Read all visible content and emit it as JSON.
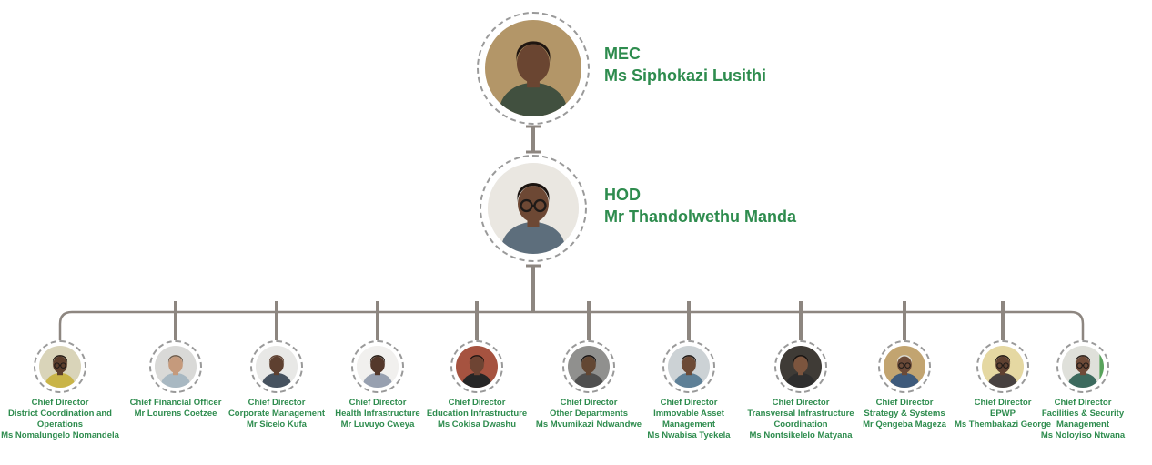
{
  "org_chart": {
    "colors": {
      "text_green": "#2e8c4e",
      "connector_gray": "#8d8680",
      "ring_dash_gray": "#9a9a9a"
    },
    "top": {
      "role": "MEC",
      "name": "Ms Siphokazi Lusithi",
      "avatar": {
        "bg": "#b39668",
        "skin": "#6a4531",
        "hair": "#201611",
        "shirt": "#41503f",
        "glasses": false
      }
    },
    "hod": {
      "role": "HOD",
      "name": "Mr Thandolwethu Manda",
      "avatar": {
        "bg": "#eae7e1",
        "skin": "#6d4834",
        "hair": "#1b1410",
        "shirt": "#5d6e7c",
        "glasses": true
      }
    },
    "members": [
      {
        "role": "Chief Director",
        "unit_lines": [
          "District Coordination and",
          "Operations"
        ],
        "name": "Ms Nomalungelo Nomandela",
        "avatar": {
          "bg": "#d9d4b9",
          "skin": "#5c3e2c",
          "hair": "#211812",
          "shirt": "#c9b447",
          "glasses": true
        }
      },
      {
        "role": "Chief Financial Officer",
        "unit_lines": [],
        "name": "Mr Lourens Coetzee",
        "avatar": {
          "bg": "#d9d9d7",
          "skin": "#c59a7c",
          "hair": "#6e5b49",
          "shirt": "#a8b8c2",
          "glasses": false
        }
      },
      {
        "role": "Chief Director",
        "unit_lines": [
          "Corporate Management"
        ],
        "name": "Mr Sicelo Kufa",
        "avatar": {
          "bg": "#e8e8e6",
          "skin": "#5e4030",
          "hair": "#5e4030",
          "shirt": "#46525f",
          "glasses": false
        }
      },
      {
        "role": "Chief Director",
        "unit_lines": [
          "Health Infrastructure"
        ],
        "name": "Mr Luvuyo Cweya",
        "avatar": {
          "bg": "#f1f0ee",
          "skin": "#54382b",
          "hair": "#241a13",
          "shirt": "#97a0b0",
          "glasses": false
        }
      },
      {
        "role": "Chief Director",
        "unit_lines": [
          "Education Infrastructure"
        ],
        "name": "Ms Cokisa Dwashu",
        "avatar": {
          "bg": "#a65340",
          "skin": "#6e4433",
          "hair": "#1d1512",
          "shirt": "#262626",
          "glasses": false
        }
      },
      {
        "role": "Chief Director",
        "unit_lines": [
          "Other Departments"
        ],
        "name": "Ms Mvumikazi Ndwandwe",
        "avatar": {
          "bg": "#90908e",
          "skin": "#634733",
          "hair": "#151010",
          "shirt": "#4f4f4f",
          "glasses": false
        }
      },
      {
        "role": "Chief Director",
        "unit_lines": [
          "Immovable Asset",
          "Management"
        ],
        "name": "Ms Nwabisa Tyekela",
        "avatar": {
          "bg": "#ccd2d5",
          "skin": "#6d4b37",
          "hair": "#1a1310",
          "shirt": "#5e8097",
          "glasses": false
        }
      },
      {
        "role": "Chief Director",
        "unit_lines": [
          "Transversal Infrastructure",
          "Coordination"
        ],
        "name": "Ms Nontsikelelo Matyana",
        "avatar": {
          "bg": "#3f3b36",
          "skin": "#7c553e",
          "hair": "#171210",
          "shirt": "#2e2e2e",
          "glasses": false
        }
      },
      {
        "role": "Chief Director",
        "unit_lines": [
          "Strategy & Systems"
        ],
        "name": "Mr Qengeba Mageza",
        "avatar": {
          "bg": "#c2a470",
          "skin": "#6b4a38",
          "hair": "#d9d9d4",
          "shirt": "#3e5a7b",
          "glasses": true
        }
      },
      {
        "role": "Chief Director",
        "unit_lines": [
          "EPWP"
        ],
        "name": "Ms Thembakazi George",
        "avatar": {
          "bg": "#e5d8a2",
          "skin": "#5f4131",
          "hair": "#1c1411",
          "shirt": "#474140",
          "glasses": true
        }
      },
      {
        "role": "Chief Director",
        "unit_lines": [
          "Facilities & Security",
          "Management"
        ],
        "name": "Ms Noloyiso Ntwana",
        "avatar": {
          "bg": "#dfe0da",
          "skin": "#6f4b38",
          "hair": "#241a14",
          "shirt": "#3c6a5e",
          "glasses": true,
          "accent": "#58a35b"
        }
      }
    ]
  }
}
